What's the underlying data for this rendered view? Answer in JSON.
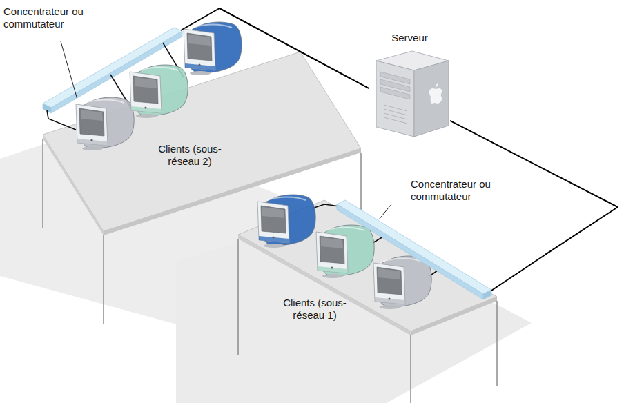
{
  "diagram": {
    "nodes": [
      {
        "text": [
          "Concentrateur ou commutateur"
        ]
      },
      {
        "text": [
          "Serveur"
        ]
      },
      {
        "text": [
          "Clients (sous-réseau 2)"
        ]
      },
      {
        "text": [
          "Concentrateur ou commutateur"
        ]
      },
      {
        "text": [
          "Clients (sous-réseau 1)"
        ]
      }
    ],
    "edges": [
      {
        "from": 0,
        "to": 1,
        "arrow": "none"
      },
      {
        "from": 1,
        "to": 3,
        "arrow": "none"
      }
    ]
  }
}
